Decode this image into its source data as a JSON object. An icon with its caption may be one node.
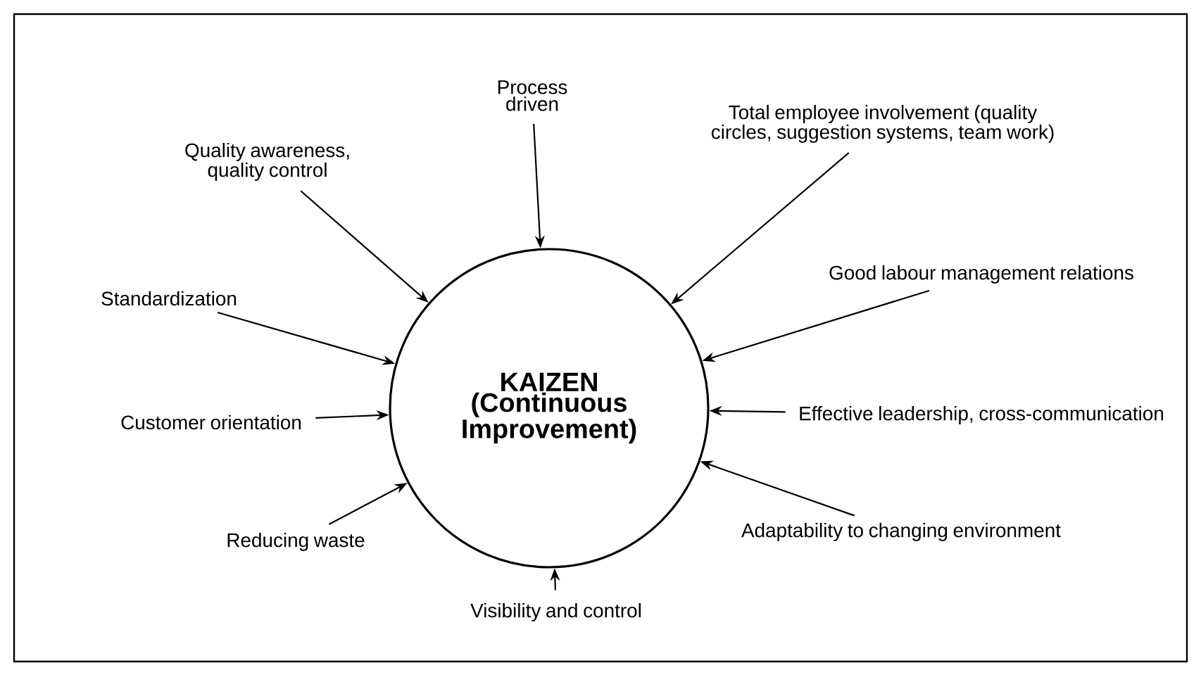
{
  "diagram": {
    "nodes": [
      {
        "text": [
          "KAIZEN",
          "(Continuous Improvement)"
        ]
      },
      {
        "text": [
          "Process driven"
        ]
      },
      {
        "text": [
          "Total employee involvement (quality circles, suggestion systems, team work)"
        ]
      },
      {
        "text": [
          "Quality awareness, quality control"
        ]
      },
      {
        "text": [
          "Good labour management relations"
        ]
      },
      {
        "text": [
          "Standardization"
        ]
      },
      {
        "text": [
          "Effective leadership, cross-communication"
        ]
      },
      {
        "text": [
          "Customer orientation"
        ]
      },
      {
        "text": [
          "Adaptability to changing environment"
        ]
      },
      {
        "text": [
          "Reducing waste"
        ]
      },
      {
        "text": [
          "Visibility and control"
        ]
      }
    ],
    "edges": [
      {
        "from": 1,
        "to": 0,
        "arrow": "to"
      },
      {
        "from": 2,
        "to": 0,
        "arrow": "to"
      },
      {
        "from": 3,
        "to": 0,
        "arrow": "to"
      },
      {
        "from": 4,
        "to": 0,
        "arrow": "to"
      },
      {
        "from": 5,
        "to": 0,
        "arrow": "to"
      },
      {
        "from": 6,
        "to": 0,
        "arrow": "to"
      },
      {
        "from": 7,
        "to": 0,
        "arrow": "to"
      },
      {
        "from": 8,
        "to": 0,
        "arrow": "to"
      },
      {
        "from": 9,
        "to": 0,
        "arrow": "to"
      },
      {
        "from": 10,
        "to": 0,
        "arrow": "to"
      }
    ]
  }
}
